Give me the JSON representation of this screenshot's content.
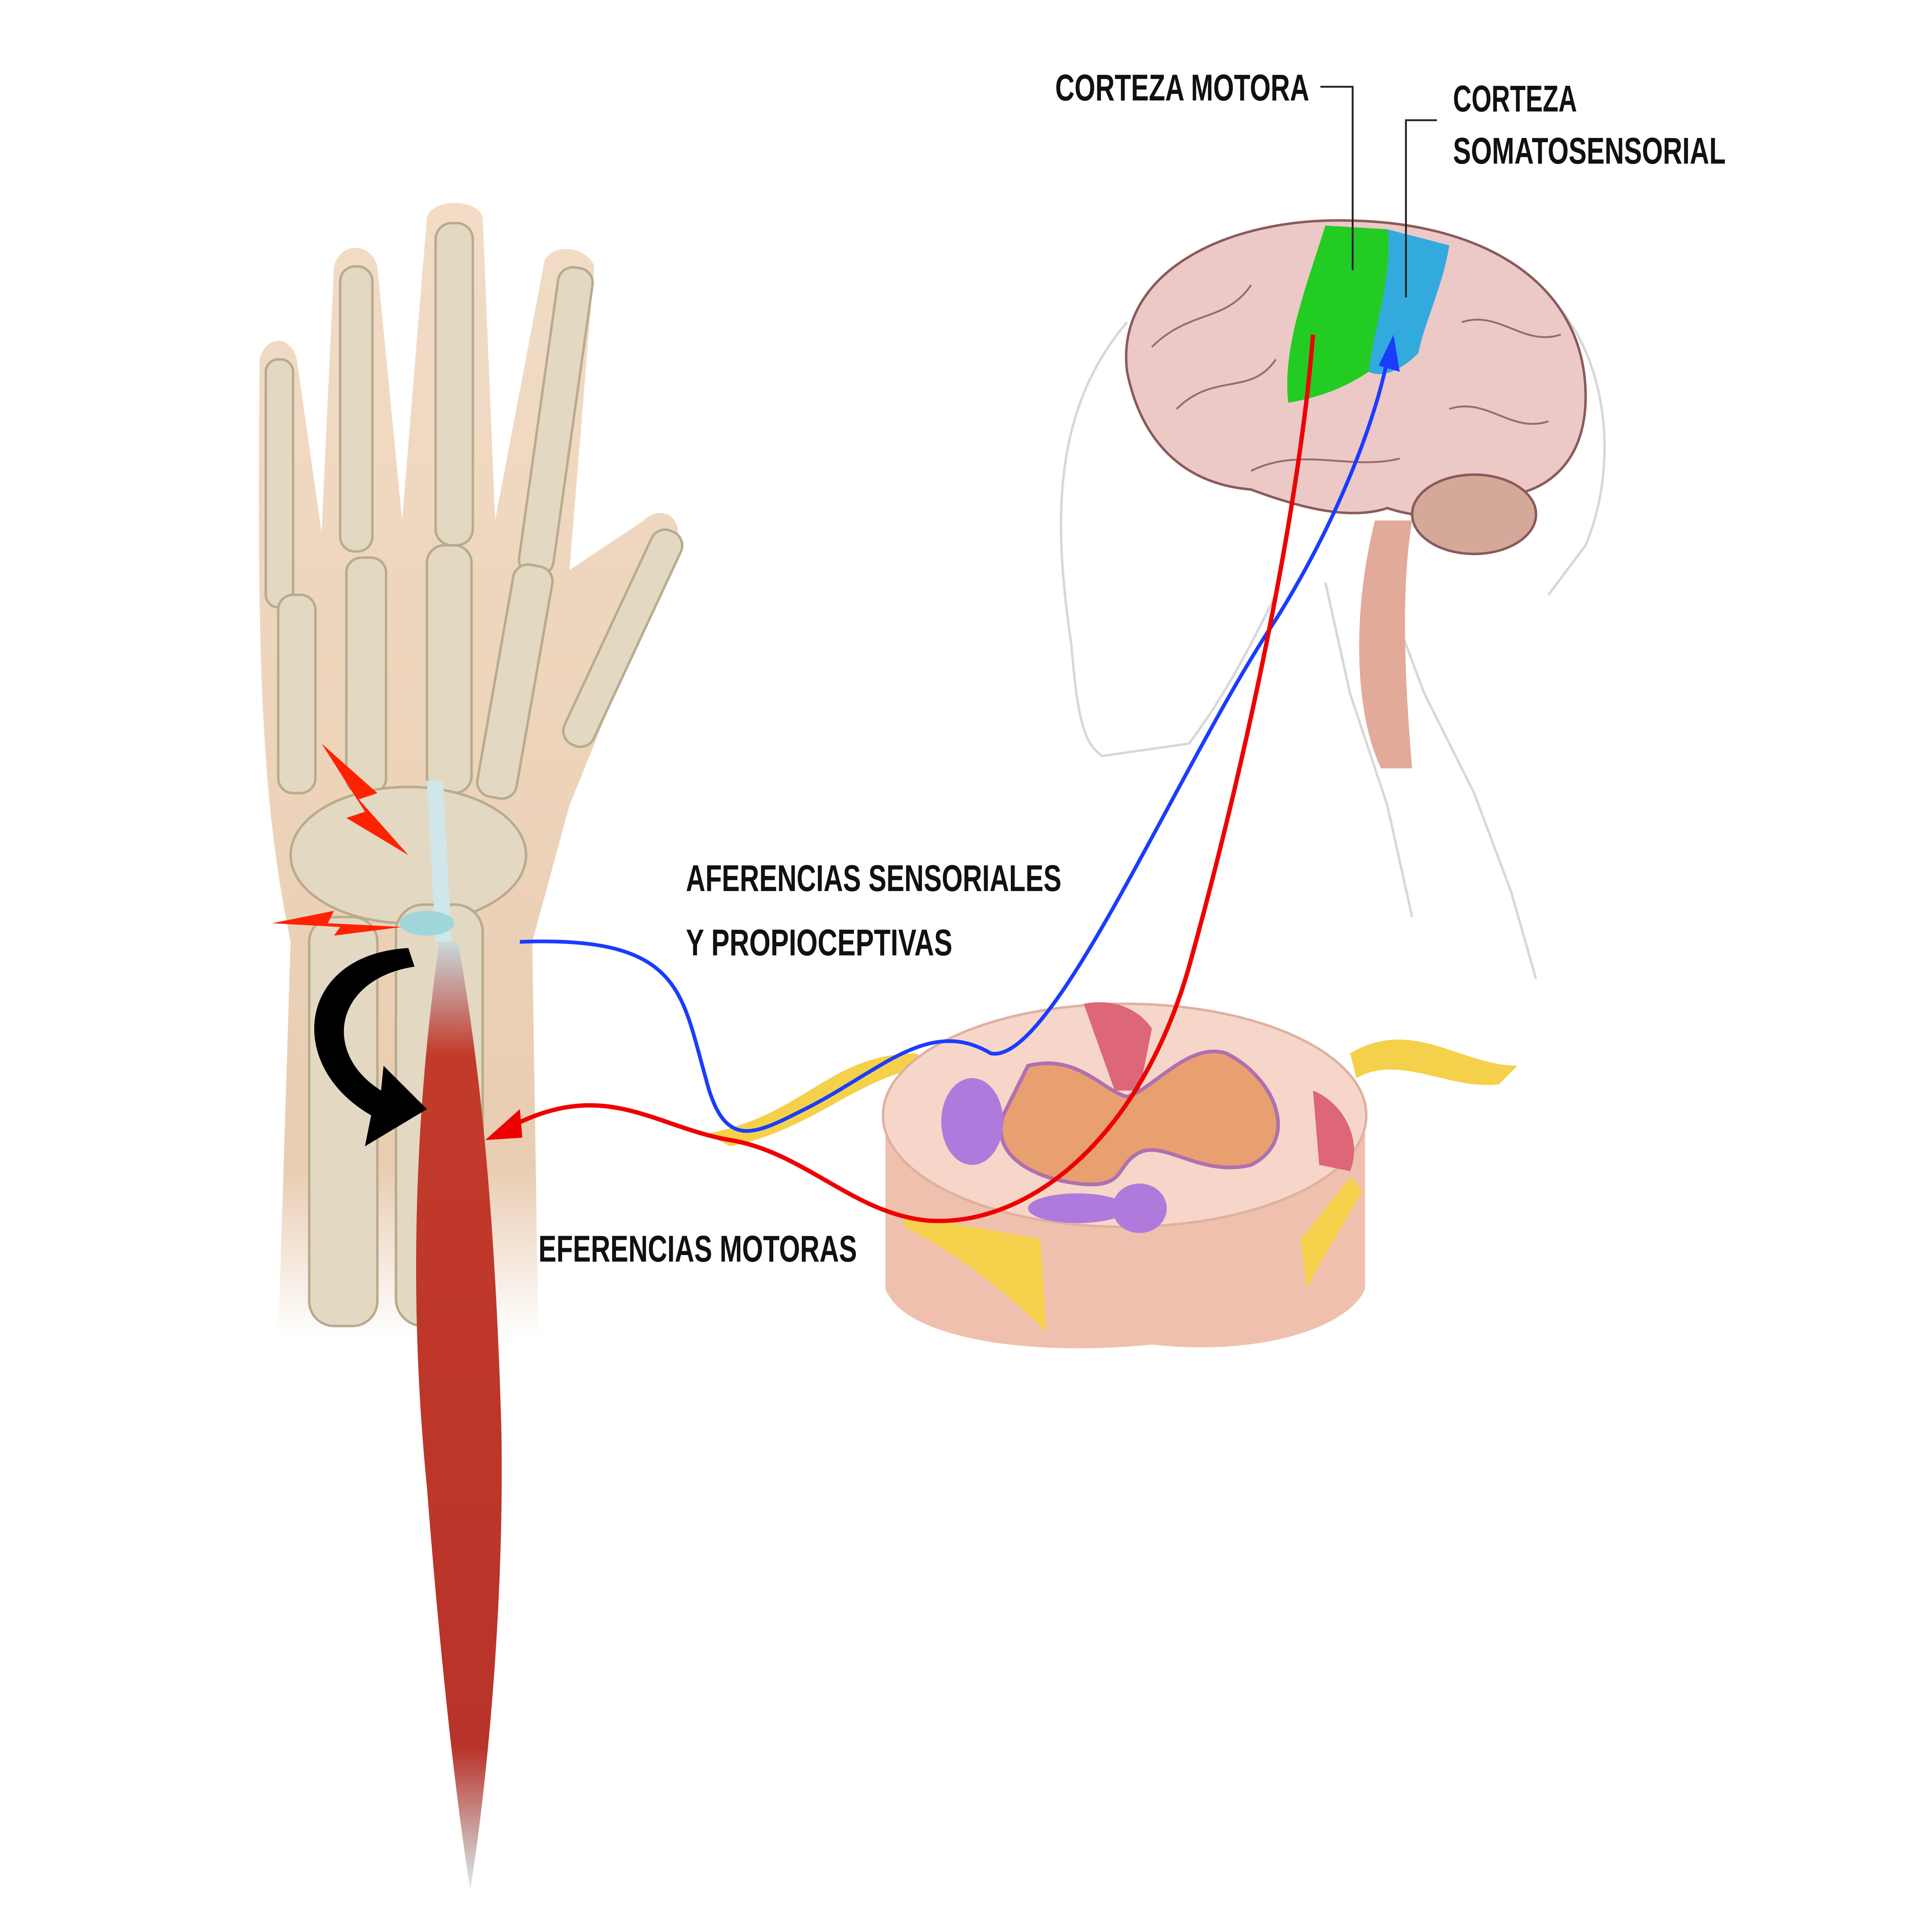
{
  "labels": {
    "motor_cortex": "CORTEZA MOTORA",
    "somato_line1": "CORTEZA",
    "somato_line2": "SOMATOSENSORIAL",
    "afferent_line1": "AFERENCIAS SENSORIALES",
    "afferent_line2": "Y PROPIOCEPTIVAS",
    "efferent": "EFERENCIAS MOTORAS"
  },
  "colors": {
    "afferent_path": "#1a3cff",
    "efferent_path": "#ee0000",
    "motor_cortex": "#22cc22",
    "somatosensory_cortex": "#33aadd",
    "nerve": "#f5d04a",
    "muscle": "#c23a2a"
  }
}
